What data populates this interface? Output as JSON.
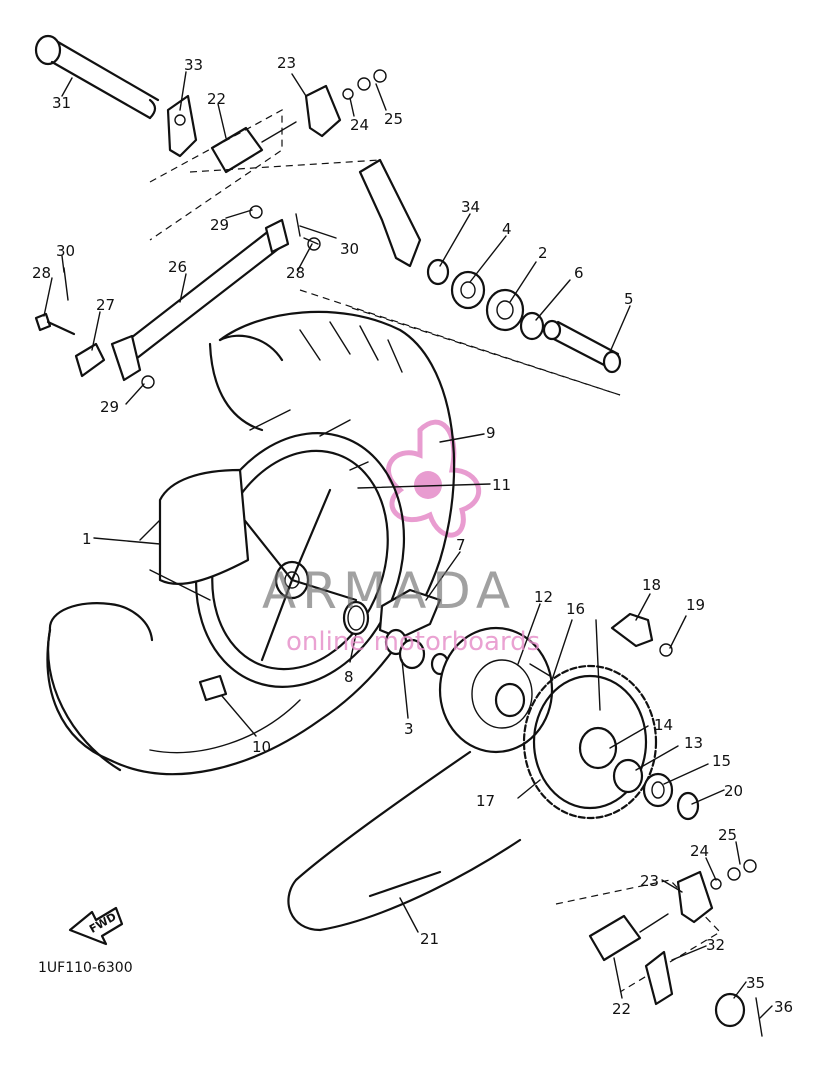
{
  "diagram": {
    "drawing_code": "1UF110-6300",
    "fwd_label": "FWD",
    "watermark": {
      "brand": "ARMADA",
      "tagline": "online motorboards",
      "color": "#e58bc8"
    },
    "callouts": [
      "31",
      "33",
      "23",
      "22",
      "24",
      "25",
      "29",
      "30",
      "34",
      "4",
      "2",
      "6",
      "5",
      "28",
      "26",
      "27",
      "29",
      "30",
      "28",
      "9",
      "11",
      "1",
      "7",
      "12",
      "16",
      "18",
      "19",
      "8",
      "3",
      "10",
      "14",
      "13",
      "15",
      "17",
      "20",
      "25",
      "24",
      "23",
      "21",
      "32",
      "22",
      "35",
      "36"
    ]
  }
}
